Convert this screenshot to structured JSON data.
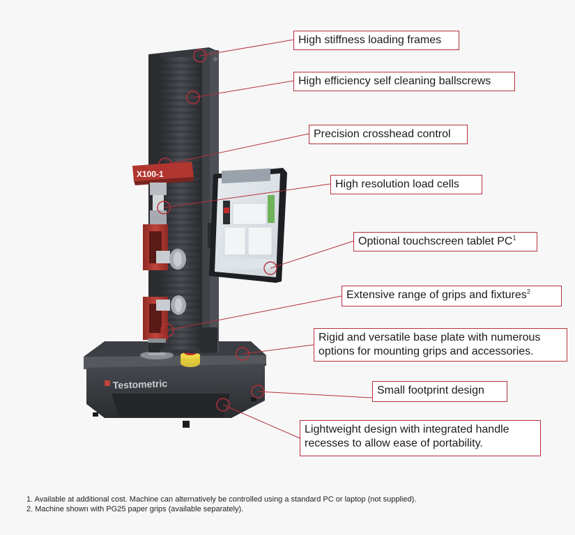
{
  "machine": {
    "model_label": "X100-1",
    "brand_name": "Testometric"
  },
  "callouts": [
    {
      "text": "High stiffness loading frames",
      "sup": ""
    },
    {
      "text": "High efficiency self cleaning ballscrews",
      "sup": ""
    },
    {
      "text": "Precision crosshead control",
      "sup": ""
    },
    {
      "text": "High resolution load cells",
      "sup": ""
    },
    {
      "text": "Optional touchscreen tablet PC",
      "sup": "1"
    },
    {
      "text": "Extensive range of grips and fixtures",
      "sup": "2"
    },
    {
      "text": "Rigid and versatile base plate with numerous",
      "line2": "options for mounting grips and accessories.",
      "sup": ""
    },
    {
      "text": "Small footprint design",
      "sup": ""
    },
    {
      "text": "Lightweight design with integrated handle",
      "line2": "recesses to allow ease of portability.",
      "sup": ""
    }
  ],
  "footnotes": [
    "1. Available at additional cost. Machine can alternatively be controlled using a standard PC or laptop (not supplied).",
    "2. Machine shown with PG25 paper grips (available separately)."
  ],
  "colors": {
    "accent": "#b5303a",
    "frame_dark": "#3a3d42",
    "base_dark": "#2f3236",
    "grip_red": "#b0362f"
  }
}
